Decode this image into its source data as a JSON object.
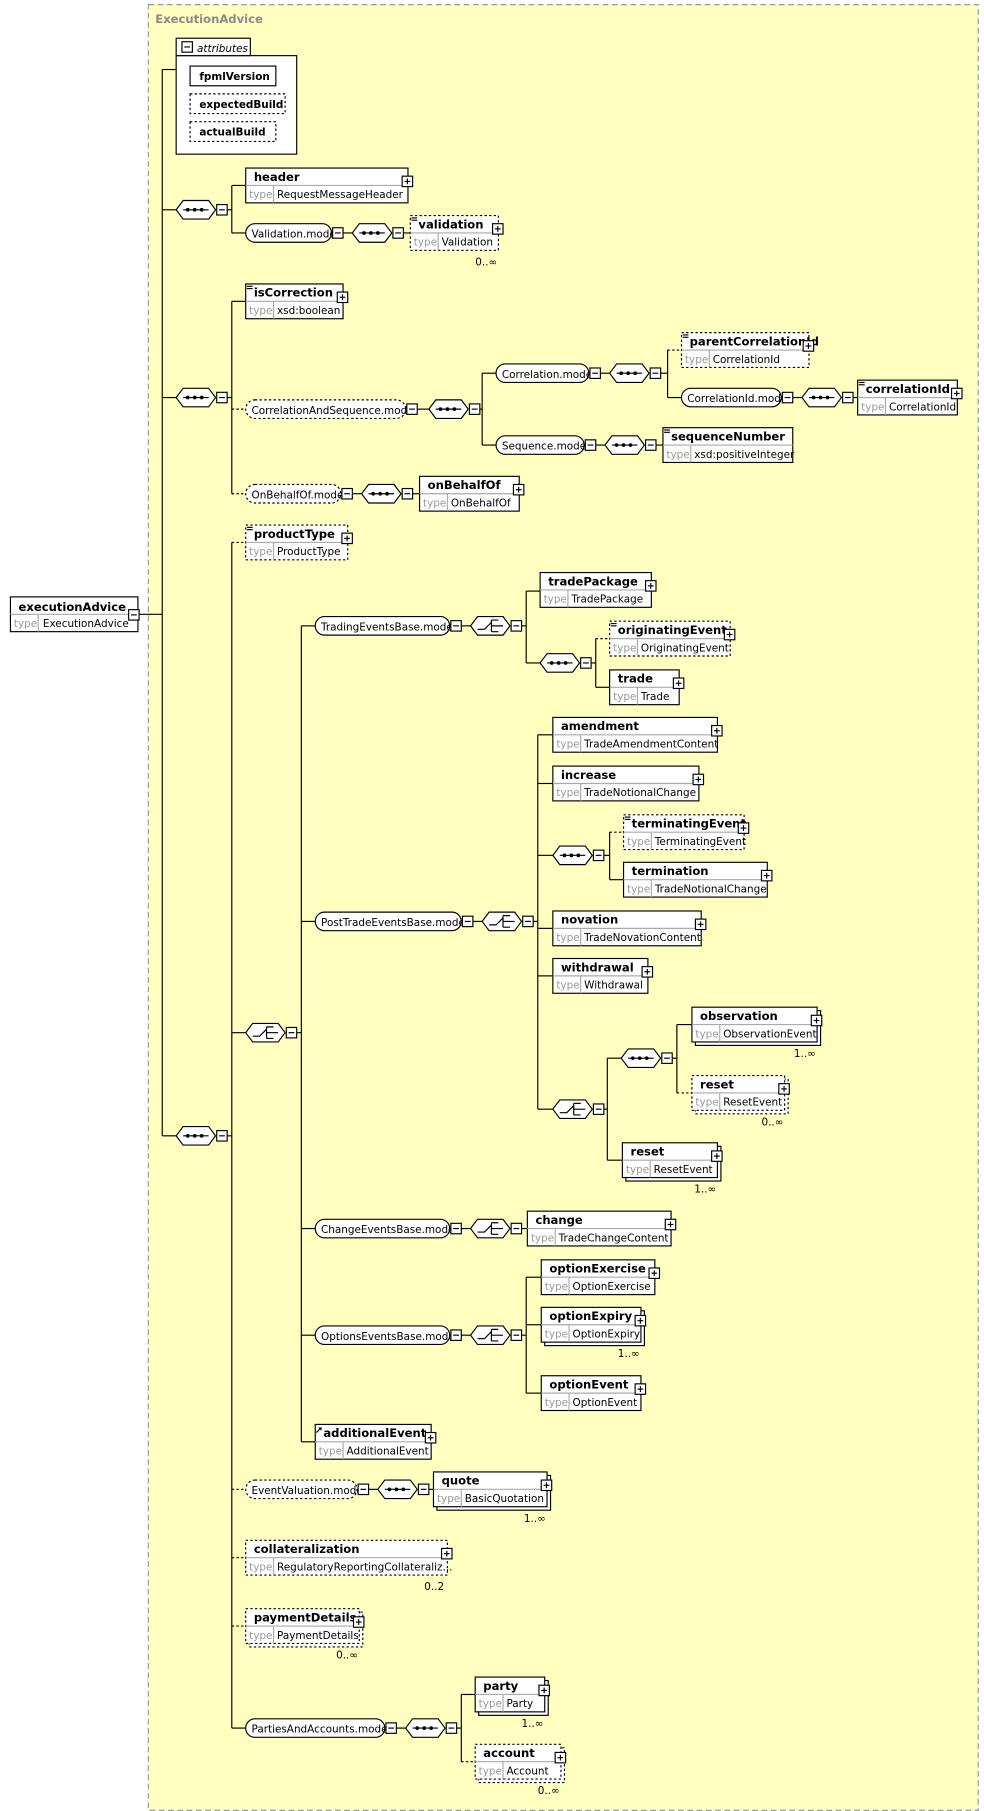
{
  "root": {
    "name": "executionAdvice",
    "type": "ExecutionAdvice"
  },
  "panel_title": "ExecutionAdvice",
  "attributes": {
    "label": "attributes",
    "items": [
      "fpmlVersion",
      "expectedBuild",
      "actualBuild"
    ]
  },
  "type_label": "type",
  "elements": [
    {
      "name": "header",
      "type": "RequestMessageHeader"
    },
    {
      "name": "validation",
      "type": "Validation",
      "occurs": "0..∞"
    },
    {
      "name": "isCorrection",
      "type": "xsd:boolean"
    },
    {
      "name": "parentCorrelationId",
      "type": "CorrelationId"
    },
    {
      "name": "correlationId",
      "type": "CorrelationId"
    },
    {
      "name": "sequenceNumber",
      "type": "xsd:positiveInteger"
    },
    {
      "name": "onBehalfOf",
      "type": "OnBehalfOf"
    },
    {
      "name": "productType",
      "type": "ProductType"
    },
    {
      "name": "tradePackage",
      "type": "TradePackage"
    },
    {
      "name": "originatingEvent",
      "type": "OriginatingEvent"
    },
    {
      "name": "trade",
      "type": "Trade"
    },
    {
      "name": "amendment",
      "type": "TradeAmendmentContent"
    },
    {
      "name": "increase",
      "type": "TradeNotionalChange"
    },
    {
      "name": "terminatingEvent",
      "type": "TerminatingEvent"
    },
    {
      "name": "termination",
      "type": "TradeNotionalChange"
    },
    {
      "name": "novation",
      "type": "TradeNovationContent"
    },
    {
      "name": "withdrawal",
      "type": "Withdrawal"
    },
    {
      "name": "observation",
      "type": "ObservationEvent",
      "occurs": "1..∞"
    },
    {
      "name": "reset",
      "type": "ResetEvent",
      "occurs": "0..∞"
    },
    {
      "name": "reset",
      "type": "ResetEvent",
      "occurs": "1..∞"
    },
    {
      "name": "change",
      "type": "TradeChangeContent"
    },
    {
      "name": "optionExercise",
      "type": "OptionExercise"
    },
    {
      "name": "optionExpiry",
      "type": "OptionExpiry",
      "occurs": "1..∞"
    },
    {
      "name": "optionEvent",
      "type": "OptionEvent"
    },
    {
      "name": "additionalEvent",
      "type": "AdditionalEvent"
    },
    {
      "name": "quote",
      "type": "BasicQuotation",
      "occurs": "1..∞"
    },
    {
      "name": "collateralization",
      "type": "RegulatoryReportingCollateraliz...",
      "occurs": "0..2"
    },
    {
      "name": "paymentDetails",
      "type": "PaymentDetails",
      "occurs": "0..∞"
    },
    {
      "name": "party",
      "type": "Party",
      "occurs": "1..∞"
    },
    {
      "name": "account",
      "type": "Account",
      "occurs": "0..∞"
    }
  ],
  "groups": [
    "Validation.model",
    "CorrelationAndSequence.model",
    "Correlation.model",
    "CorrelationId.model",
    "Sequence.model",
    "OnBehalfOf.model",
    "TradingEventsBase.model",
    "PostTradeEventsBase.model",
    "ChangeEventsBase.model",
    "OptionsEventsBase.model",
    "EventValuation.model",
    "PartiesAndAccounts.model"
  ]
}
